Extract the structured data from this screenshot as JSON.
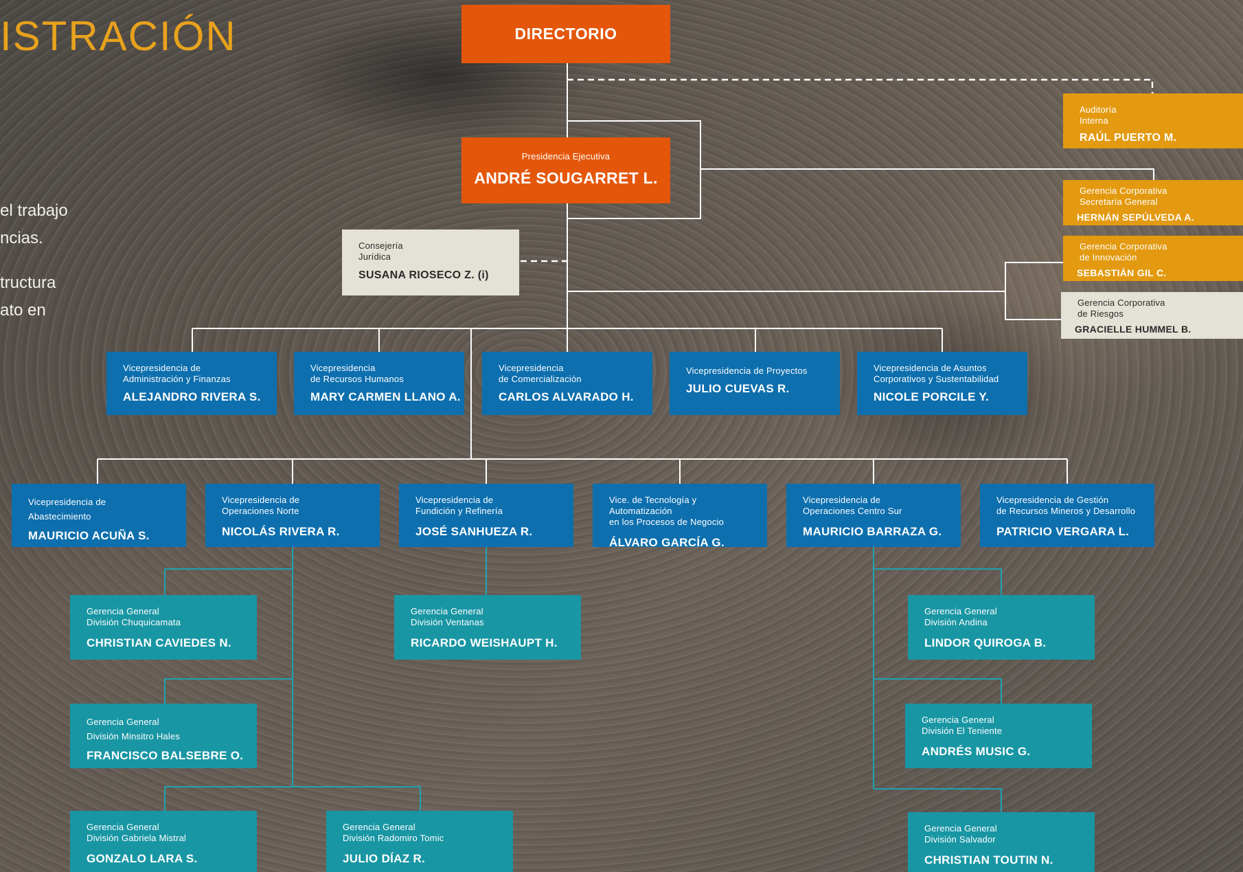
{
  "page": {
    "title": "ISTRACIÓN",
    "side_text_1": "el trabajo\nncias.",
    "side_text_2": "tructura\nato en"
  },
  "colors": {
    "orange": "#e4570b",
    "blue": "#0d6fae",
    "teal": "#1996a4",
    "gold": "#e39a10",
    "light": "#e4e1d6",
    "title": "#e8a21d"
  },
  "board": {
    "label": "DIRECTORIO"
  },
  "ceo": {
    "title": "Presidencia Ejecutiva",
    "name": "ANDRÉ SOUGARRET L."
  },
  "legal": {
    "title": "Consejería\nJurídica",
    "name": "SUSANA RIOSECO Z. (i)"
  },
  "right": [
    {
      "title": "Auditoría\nInterna",
      "name": "RAÚL PUERTO M."
    },
    {
      "title": "Gerencia Corporativa\nSecretaría General",
      "name": "HERNÁN SEPÚLVEDA A."
    },
    {
      "title": "Gerencia Corporativa\nde Innovación",
      "name": "SEBASTIÁN GIL C."
    },
    {
      "title": "Gerencia Corporativa\nde Riesgos",
      "name": "GRACIELLE HUMMEL B."
    }
  ],
  "vp_row1": [
    {
      "title": "Vicepresidencia de\nAdministración y Finanzas",
      "name": "ALEJANDRO RIVERA S."
    },
    {
      "title": "Vicepresidencia\nde Recursos Humanos",
      "name": "MARY CARMEN LLANO A."
    },
    {
      "title": "Vicepresidencia\nde Comercialización",
      "name": "CARLOS ALVARADO H."
    },
    {
      "title": "Vicepresidencia de Proyectos",
      "name": "JULIO CUEVAS R."
    },
    {
      "title": "Vicepresidencia de Asuntos\nCorporativos y Sustentabilidad",
      "name": "NICOLE PORCILE Y."
    }
  ],
  "vp_row2": [
    {
      "title": "Vicepresidencia de\nAbastecimiento",
      "name": "MAURICIO ACUÑA S."
    },
    {
      "title": "Vicepresidencia de\nOperaciones Norte",
      "name": "NICOLÁS RIVERA R."
    },
    {
      "title": "Vicepresidencia de\nFundición y Refinería",
      "name": "JOSÉ SANHUEZA R."
    },
    {
      "title": "Vice. de Tecnología y Automatización\nen los Procesos de Negocio",
      "name": "ÁLVARO GARCÍA G."
    },
    {
      "title": "Vicepresidencia de\nOperaciones Centro Sur",
      "name": "MAURICIO BARRAZA G."
    },
    {
      "title": "Vicepresidencia de Gestión\nde Recursos Mineros y Desarrollo",
      "name": "PATRICIO VERGARA L."
    }
  ],
  "divisions": [
    {
      "title": "Gerencia General\nDivisión Chuquicamata",
      "name": "CHRISTIAN CAVIEDES N."
    },
    {
      "title": "Gerencia General\nDivisión Minsitro Hales",
      "name": "FRANCISCO BALSEBRE O."
    },
    {
      "title": "Gerencia General\nDivisión Gabriela Mistral",
      "name": "GONZALO LARA S."
    },
    {
      "title": "Gerencia General\nDivisión Radomiro Tomic",
      "name": "JULIO DÍAZ R."
    },
    {
      "title": "Gerencia General\nDivisión Ventanas",
      "name": "RICARDO WEISHAUPT H."
    },
    {
      "title": "Gerencia General\nDivisión Andina",
      "name": "LINDOR QUIROGA B."
    },
    {
      "title": "Gerencia General\nDivisión El Teniente",
      "name": "ANDRÉS MUSIC G."
    },
    {
      "title": "Gerencia General\nDivisión Salvador",
      "name": "CHRISTIAN TOUTIN N."
    }
  ]
}
